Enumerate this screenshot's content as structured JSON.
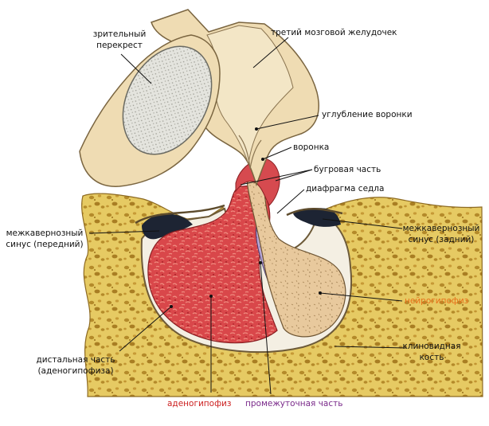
{
  "labels": {
    "optic_chiasm_line1": "зрительный",
    "optic_chiasm_line2": "перекрест",
    "third_ventricle": "третий  мозговой желудочек",
    "infundibular_recess": "углубление воронки",
    "infundibulum": "воронка",
    "pars_tuberalis": "бугровая часть",
    "diaphragma_sellae": "диафрагма седла",
    "ant_sinus_line1": "межкавернозный",
    "ant_sinus_line2": "синус (передний)",
    "post_sinus_line1": "межкавернозный",
    "post_sinus_line2": "синус (задний)",
    "neurohypophysis": "нейрогипофиз",
    "sphenoid_line1": "клиновидная",
    "sphenoid_line2": "кость",
    "pars_distalis_line1": "дистальная часть",
    "pars_distalis_line2": "(аденогипофиза)",
    "adenohypophysis": "аденогипофиз",
    "pars_intermedia": "промежуточная часть"
  },
  "colors": {
    "bone": "#e3c75f",
    "bone_dark": "#b8902f",
    "brain": "#efdcb3",
    "brain_edge": "#7a6540",
    "chiasm": "#dcdcd6",
    "adeno": "#d9474a",
    "adeno_light": "#ef8a7e",
    "intermedia": "#b9a7d6",
    "neuro": "#e6c69a",
    "sinus": "#1d2433",
    "capsule": "#f2ece0",
    "label_orange": "#e8701a",
    "label_red": "#cc1f1f",
    "label_purple": "#7a2a8a",
    "leader": "#111111"
  }
}
